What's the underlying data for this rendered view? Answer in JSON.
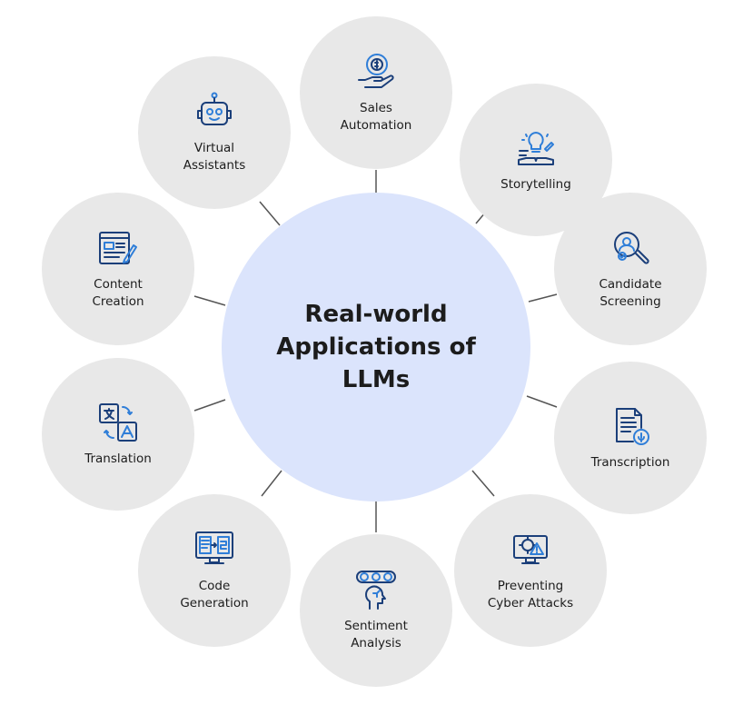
{
  "center": {
    "title": "Real-world\nApplications of\nLLMs"
  },
  "applications": [
    {
      "label": "Sales\nAutomation",
      "icon": "money-hand-icon"
    },
    {
      "label": "Storytelling",
      "icon": "lightbulb-book-icon"
    },
    {
      "label": "Candidate\nScreening",
      "icon": "magnifier-person-icon"
    },
    {
      "label": "Transcription",
      "icon": "document-microphone-icon"
    },
    {
      "label": "Preventing\nCyber Attacks",
      "icon": "monitor-gear-warning-icon"
    },
    {
      "label": "Sentiment\nAnalysis",
      "icon": "emoji-faces-head-icon"
    },
    {
      "label": "Code\nGeneration",
      "icon": "code-monitor-icon"
    },
    {
      "label": "Translation",
      "icon": "translate-icon"
    },
    {
      "label": "Content\nCreation",
      "icon": "document-pencil-icon"
    },
    {
      "label": "Virtual\nAssistants",
      "icon": "robot-icon"
    }
  ],
  "colors": {
    "center_fill": "#dbe4fc",
    "node_fill": "#e8e8e8",
    "icon_dark": "#1b3f7a",
    "icon_accent": "#2f7ed8",
    "connector": "#555555"
  }
}
